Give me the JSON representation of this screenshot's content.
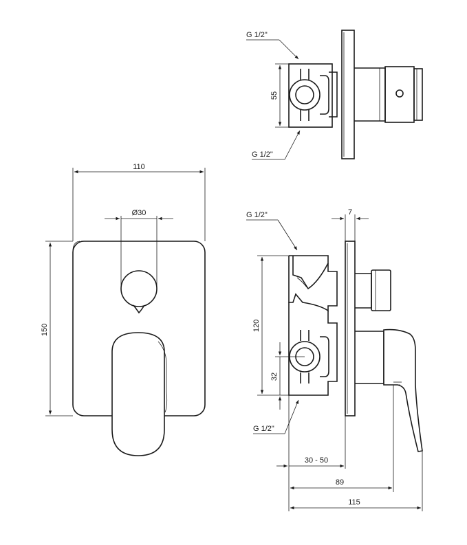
{
  "front_view": {
    "width_dim": "110",
    "height_dim": "150",
    "knob_dim": "Ø30"
  },
  "top_view": {
    "thread_top": "G 1/2\"",
    "thread_bottom": "G 1/2\"",
    "spacing_dim": "55"
  },
  "side_view": {
    "thread_top": "G 1/2\"",
    "thread_bottom": "G 1/2\"",
    "plate_dim": "7",
    "height_dim": "120",
    "lower_dim": "32",
    "depth_range_dim": "30 - 50",
    "depth_dim": "89",
    "total_depth_dim": "115"
  },
  "colors": {
    "line": "#1a1a1a",
    "background": "#ffffff"
  }
}
